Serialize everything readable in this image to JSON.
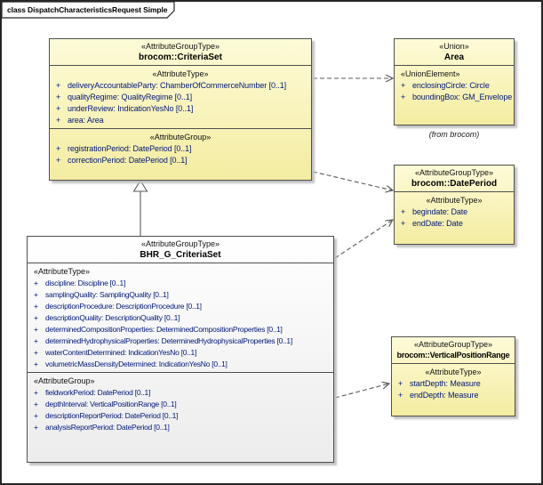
{
  "frame": {
    "title": "class DispatchCharacteristicsRequest Simple"
  },
  "ui": {
    "plus": "+"
  },
  "colors": {
    "class_fill_top": "#fdfbd8",
    "class_fill_bottom": "#f4eca1",
    "plain_fill_top": "#ffffff",
    "plain_fill_bottom": "#ececec",
    "box_border": "#4f4f4f",
    "attr_text": "#00187a",
    "connector": "#5a5a5a",
    "frame_border": "#262626"
  },
  "classes": {
    "criteria_set": {
      "stereotype": "«AttributeGroupType»",
      "name": "brocom::CriteriaSet",
      "attr_type_label": "«AttributeType»",
      "attr_group_label": "«AttributeGroup»",
      "attr_type": [
        "deliveryAccountableParty: ChamberOfCommerceNumber [0..1]",
        "qualityRegime: QualityRegime [0..1]",
        "underReview: IndicationYesNo [0..1]",
        "area: Area"
      ],
      "attr_group": [
        "registrationPeriod: DatePeriod [0..1]",
        "correctionPeriod: DatePeriod [0..1]"
      ]
    },
    "area": {
      "stereotype": "«Union»",
      "name": "Area",
      "element_label": "«UnionElement»",
      "elements": [
        "enclosingCircle: Circle",
        "boundingBox: GM_Envelope"
      ],
      "from": "(from brocom)"
    },
    "date_period": {
      "stereotype": "«AttributeGroupType»",
      "name": "brocom::DatePeriod",
      "attr_type_label": "«AttributeType»",
      "attr_type": [
        "begindate: Date",
        "endDate: Date"
      ]
    },
    "bhr_criteria_set": {
      "stereotype": "«AttributeGroupType»",
      "name": "BHR_G_CriteriaSet",
      "attr_type_label": "«AttributeType»",
      "attr_group_label": "«AttributeGroup»",
      "attr_type": [
        "discipline: Discipline [0..1]",
        "samplingQuality: SamplingQuality [0..1]",
        "descriptionProcedure: DescriptionProcedure [0..1]",
        "descriptionQuality: DescriptionQuality [0..1]",
        "determinedCompositionProperties: DeterminedCompositionProperties [0..1]",
        "determinedHydrophysicalProperties: DeterminedHydrophysicalProperties [0..1]",
        "waterContentDetermined: IndicationYesNo [0..1]",
        "volumetricMassDensityDetermined: IndicationYesNo [0..1]"
      ],
      "attr_group": [
        "fieldworkPeriod: DatePeriod [0..1]",
        "depthInterval: VerticalPositionRange [0..1]",
        "descriptionReportPeriod: DatePeriod [0..1]",
        "analysisReportPeriod: DatePeriod [0..1]"
      ]
    },
    "vertical_position_range": {
      "stereotype": "«AttributeGroupType»",
      "name": "brocom::VerticalPositionRange",
      "attr_type_label": "«AttributeType»",
      "attr_type": [
        "startDepth: Measure",
        "endDepth: Measure"
      ]
    }
  }
}
